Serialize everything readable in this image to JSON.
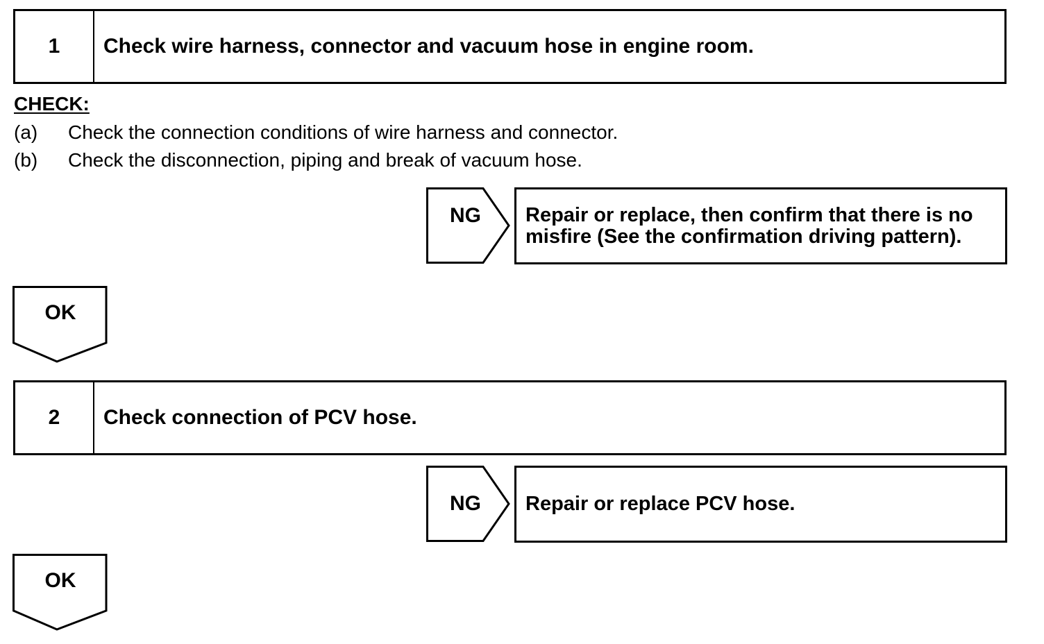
{
  "step1": {
    "number": "1",
    "title": "Check wire harness, connector and vacuum hose in engine room."
  },
  "check": {
    "heading": "CHECK:",
    "items": [
      {
        "letter": "(a)",
        "text": "Check the connection conditions of wire harness and connector."
      },
      {
        "letter": "(b)",
        "text": "Check the disconnection, piping and break of vacuum hose."
      }
    ]
  },
  "ng1": {
    "label": "NG",
    "result_lines": [
      "Repair or replace, then confirm that there is no",
      "misfire (See the confirmation driving pattern)."
    ]
  },
  "ok1": {
    "label": "OK"
  },
  "step2": {
    "number": "2",
    "title": "Check connection of PCV hose."
  },
  "ng2": {
    "label": "NG",
    "result": "Repair or replace PCV hose."
  },
  "ok2": {
    "label": "OK"
  }
}
